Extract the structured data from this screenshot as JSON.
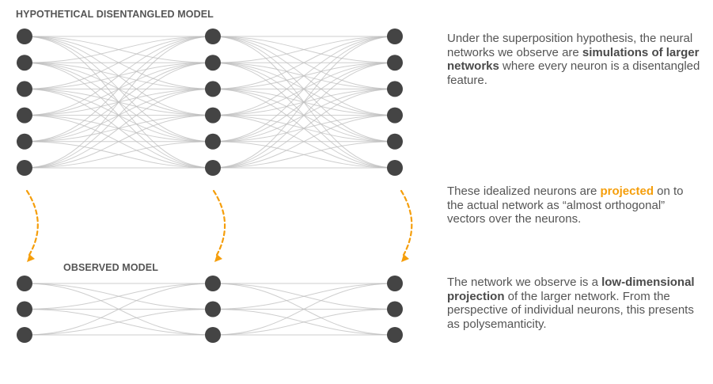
{
  "labels": {
    "top_model": "HYPOTHETICAL DISENTANGLED MODEL",
    "bottom_model": "OBSERVED MODEL"
  },
  "colors": {
    "node": "#444444",
    "edge": "#bdbdbd",
    "text": "#555555",
    "accent": "#F59E0B"
  },
  "networks": {
    "disentangled": {
      "layers": 3,
      "neurons_per_layer": 6,
      "fully_connected": true
    },
    "observed": {
      "layers": 3,
      "neurons_per_layer": 3,
      "fully_connected": true
    }
  },
  "projection_arrows": {
    "count": 3,
    "style": "dashed-curved",
    "direction": "down"
  },
  "paragraphs": [
    {
      "pre": "Under the superposition hypothesis, the neural networks we observe are ",
      "bold": "simulations of larger networks",
      "post": " where every neuron is a disentangled feature."
    },
    {
      "pre": "These idealized neurons are ",
      "accent": "projected",
      "post": " on to the actual network as “almost orthogonal” vectors over the neurons."
    },
    {
      "pre": "The network we observe is a ",
      "bold": "low-dimensional projection",
      "post": " of the larger network. From the perspective of individual neurons, this presents as polysemanticity."
    }
  ]
}
